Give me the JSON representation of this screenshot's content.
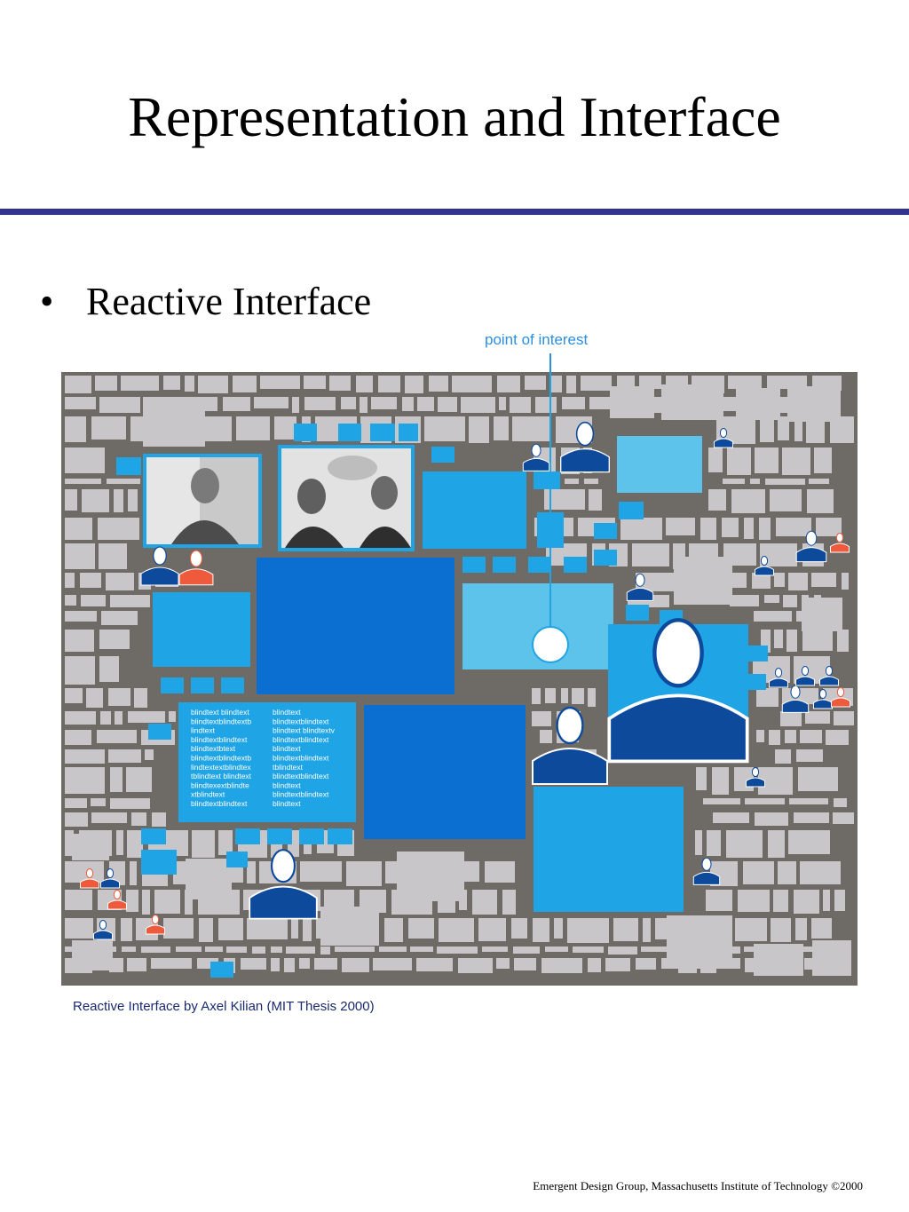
{
  "slide": {
    "title": "Representation and Interface",
    "bullet": "Reactive Interface",
    "bullet_symbol": "•"
  },
  "figure": {
    "annotation": "point of interest",
    "caption": "Reactive Interface by Axel Kilian (MIT Thesis 2000)",
    "blindtext_col1": [
      "blindtext blindtext",
      "blindtextblindtextb",
      "lindtext",
      "blindtextblindtext",
      "blindtextbtext",
      "blindtextblindtextb",
      "lindtextextblindtex",
      "tblindtext blindtext",
      "blindtexextblindte",
      "xtblindtext",
      "blindtextblindtext"
    ],
    "blindtext_col2": [
      "blindtext",
      "blindtextblindtext",
      "blindtext blindtextv",
      "blindtextblindtext",
      "blindtext",
      "blindtextblindtext",
      "tblindtext",
      "blindtextblindtext",
      "blindtext",
      "blindtextblindtext",
      "blindtext"
    ],
    "colors": {
      "background": "#6e6a66",
      "tile_grey": "#c8c6c8",
      "dark_blue": "#0a6fd0",
      "mid_blue": "#1fa4e6",
      "light_blue": "#5ec3ea",
      "person_blue": "#0d4a9c",
      "person_red": "#f05a3c"
    }
  },
  "footer": {
    "text": "Emergent Design Group, Massachusetts Institute of Technology ©2000"
  }
}
